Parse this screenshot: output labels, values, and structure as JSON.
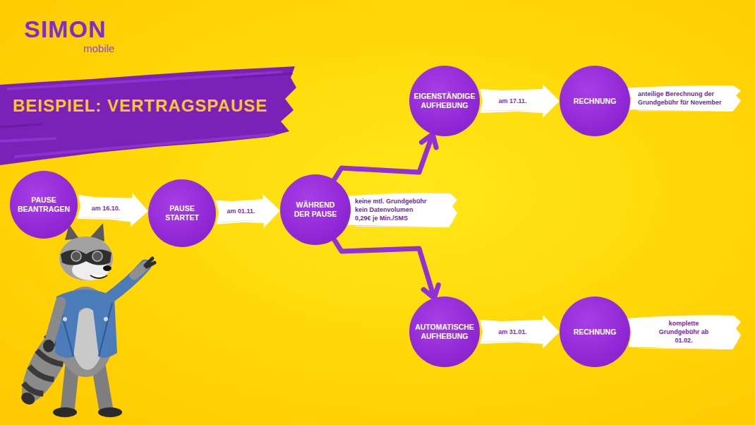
{
  "diagram": {
    "title": "BEISPIEL: VERTRAGSPAUSE",
    "nodes": [
      {
        "text": [
          "PAUSE BEANTRAGEN"
        ]
      },
      {
        "text": [
          "PAUSE STARTET"
        ]
      },
      {
        "text": [
          "WÄHREND DER PAUSE"
        ]
      },
      {
        "text": [
          "keine mtl. Grundgebühr",
          "kein Datenvolumen",
          "0,29€ je Min./SMS"
        ]
      },
      {
        "text": [
          "EIGENSTÄNDIGE AUFHEBUNG"
        ]
      },
      {
        "text": [
          "RECHNUNG"
        ]
      },
      {
        "text": [
          "anteilige Berechnung der Grundgebühr für November"
        ]
      },
      {
        "text": [
          "AUTOMATISCHE AUFHEBUNG"
        ]
      },
      {
        "text": [
          "RECHNUNG"
        ]
      },
      {
        "text": [
          "komplette Grundgebühr ab 01.02."
        ]
      }
    ],
    "edges": [
      {
        "from": 0,
        "to": 1,
        "arrow": "to",
        "label": "am 16.10."
      },
      {
        "from": 1,
        "to": 2,
        "arrow": "to",
        "label": "am 01.11."
      },
      {
        "from": 2,
        "to": 4,
        "arrow": "to"
      },
      {
        "from": 4,
        "to": 5,
        "arrow": "to",
        "label": "am 17.11."
      },
      {
        "from": 2,
        "to": 7,
        "arrow": "to"
      },
      {
        "from": 7,
        "to": 8,
        "arrow": "to",
        "label": "am 31.01."
      }
    ],
    "labels": [
      "SIMON",
      "mobile"
    ]
  }
}
